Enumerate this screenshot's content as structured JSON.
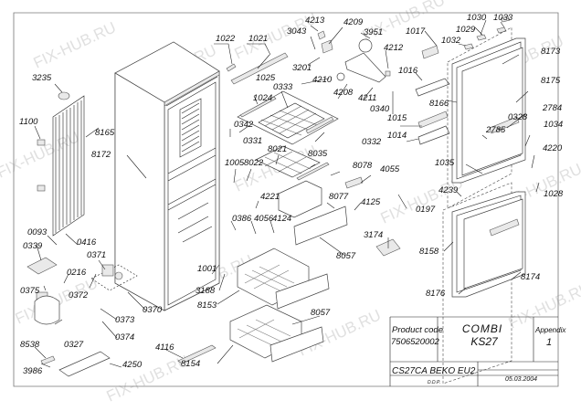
{
  "diagram": {
    "kind": "exploded parts diagram",
    "subject": "Combi refrigerator-freezer",
    "watermark": "FIX-HUB.RU",
    "parts": [
      {
        "id": "1022"
      },
      {
        "id": "1021"
      },
      {
        "id": "3043"
      },
      {
        "id": "4213"
      },
      {
        "id": "4209"
      },
      {
        "id": "3951"
      },
      {
        "id": "1017"
      },
      {
        "id": "1030"
      },
      {
        "id": "1033"
      },
      {
        "id": "1029"
      },
      {
        "id": "1032"
      },
      {
        "id": "8173"
      },
      {
        "id": "3235"
      },
      {
        "id": "1025"
      },
      {
        "id": "3201"
      },
      {
        "id": "4212"
      },
      {
        "id": "1016"
      },
      {
        "id": "4210"
      },
      {
        "id": "4208"
      },
      {
        "id": "4211"
      },
      {
        "id": "8166"
      },
      {
        "id": "8175"
      },
      {
        "id": "1024"
      },
      {
        "id": "0333"
      },
      {
        "id": "0340"
      },
      {
        "id": "2784"
      },
      {
        "id": "1100"
      },
      {
        "id": "8165"
      },
      {
        "id": "0342"
      },
      {
        "id": "0331"
      },
      {
        "id": "1015"
      },
      {
        "id": "0328"
      },
      {
        "id": "2785"
      },
      {
        "id": "1034"
      },
      {
        "id": "1014"
      },
      {
        "id": "0332"
      },
      {
        "id": "8172"
      },
      {
        "id": "8021"
      },
      {
        "id": "8035"
      },
      {
        "id": "4220"
      },
      {
        "id": "1035"
      },
      {
        "id": "1005"
      },
      {
        "id": "8022"
      },
      {
        "id": "8078"
      },
      {
        "id": "4055"
      },
      {
        "id": "1028"
      },
      {
        "id": "4239"
      },
      {
        "id": "4221"
      },
      {
        "id": "8077"
      },
      {
        "id": "0197"
      },
      {
        "id": "0386"
      },
      {
        "id": "4056"
      },
      {
        "id": "4124"
      },
      {
        "id": "4125"
      },
      {
        "id": "0093"
      },
      {
        "id": "0416"
      },
      {
        "id": "8057"
      },
      {
        "id": "3174"
      },
      {
        "id": "8158"
      },
      {
        "id": "0339"
      },
      {
        "id": "0371"
      },
      {
        "id": "0216"
      },
      {
        "id": "1001"
      },
      {
        "id": "0375"
      },
      {
        "id": "0372"
      },
      {
        "id": "3188"
      },
      {
        "id": "0370"
      },
      {
        "id": "8153"
      },
      {
        "id": "8176"
      },
      {
        "id": "8174"
      },
      {
        "id": "0373"
      },
      {
        "id": "0327"
      },
      {
        "id": "0374"
      },
      {
        "id": "8538"
      },
      {
        "id": "4116"
      },
      {
        "id": "8154"
      },
      {
        "id": "3986"
      },
      {
        "id": "4250"
      }
    ]
  },
  "title_block": {
    "product_code_label": "Product code",
    "product_code": "7506520002",
    "title_line1": "COMBI",
    "title_line2": "KS27",
    "appendix_label": "Appendix",
    "appendix_value": "1",
    "model": "CS27CA BEKO EU2",
    "date": "05.03.2004",
    "drawn_by": "D.D.P."
  }
}
